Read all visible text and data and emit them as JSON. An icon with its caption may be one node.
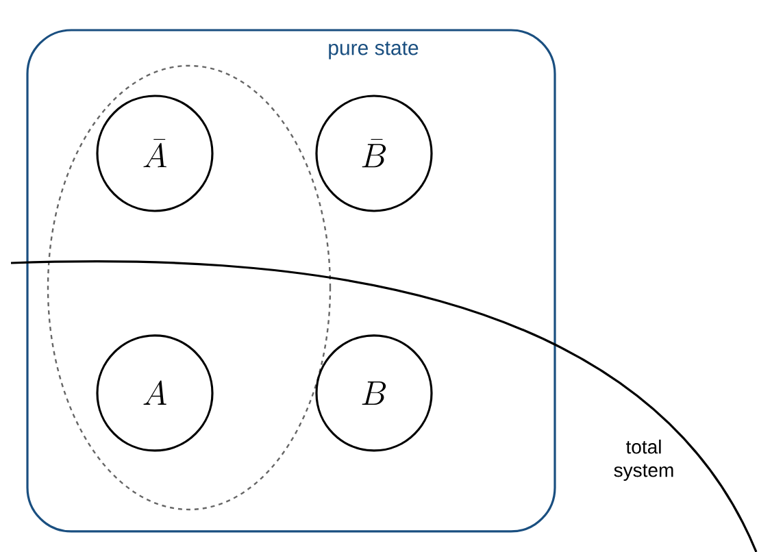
{
  "diagram": {
    "nodes": [
      {
        "text": [
          "pure state"
        ]
      },
      {
        "text": [],
        "shape": "ellipse",
        "in": 0
      },
      {
        "text": [
          "\\bar{A}"
        ],
        "in": 1
      },
      {
        "text": [
          "\\bar{B}"
        ],
        "in": 0
      },
      {
        "text": [
          "A"
        ],
        "in": 1
      },
      {
        "text": [
          "B"
        ],
        "in": 0
      }
    ],
    "labels": [
      "total system"
    ]
  }
}
